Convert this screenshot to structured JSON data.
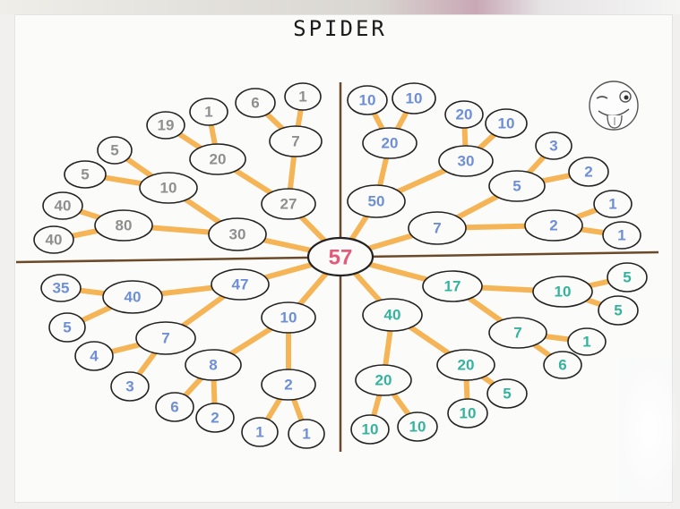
{
  "title": "SPIDER",
  "center": "57",
  "emoji": "winking-tongue-out-face",
  "colors": {
    "grey": "#8f8f8f",
    "blue": "#6e8fd6",
    "teal": "#36b39c",
    "center": "#e55a78",
    "legs": "#f5a93a"
  },
  "top_left": {
    "n27": "27",
    "n7": "7",
    "n6": "6",
    "n1a": "1",
    "n20": "20",
    "n19": "19",
    "n1b": "1",
    "n30": "30",
    "n10": "10",
    "n5": "5",
    "n80": "80",
    "n5b": "5",
    "n40": "40",
    "n40b": "40"
  },
  "top_right": {
    "n50": "50",
    "n20": "20",
    "n10a": "10",
    "n10b": "10",
    "n30": "30",
    "n20b": "20",
    "n10c": "10",
    "n7": "7",
    "n5": "5",
    "n3": "3",
    "n2a": "2",
    "n2b": "2",
    "n1a": "1",
    "n1b": "1"
  },
  "bottom_left": {
    "n47": "47",
    "n40": "40",
    "n35": "35",
    "n5": "5",
    "n7": "7",
    "n4": "4",
    "n3": "3",
    "n10": "10",
    "n8": "8",
    "n6": "6",
    "n2a": "2",
    "n2b": "2",
    "n1a": "1",
    "n1b": "1"
  },
  "bottom_right": {
    "n17": "17",
    "n10": "10",
    "n5a": "5",
    "n5b": "5",
    "n7": "7",
    "n1": "1",
    "n6": "6",
    "n40": "40",
    "n20a": "20",
    "n10a": "10",
    "n10b": "10",
    "n20b": "20",
    "n10c": "10",
    "n5c": "5"
  }
}
